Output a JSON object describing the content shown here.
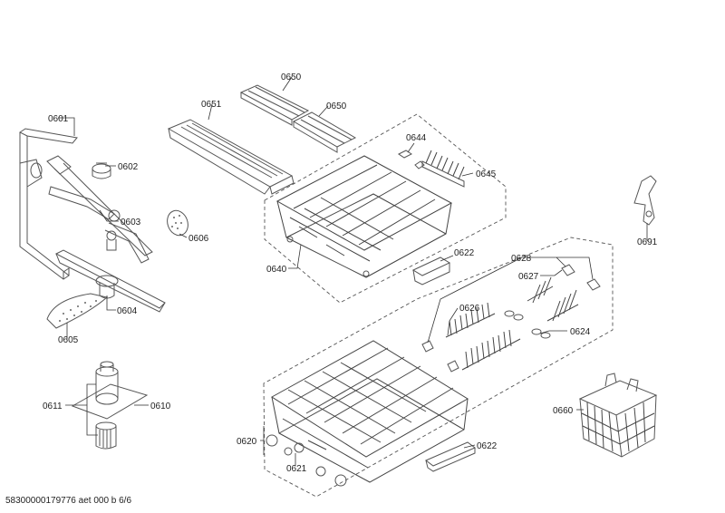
{
  "labels": {
    "p0601": "0601",
    "p0602": "0602",
    "p0603": "0603",
    "p0604": "0604",
    "p0605": "0605",
    "p0606": "0606",
    "p0610": "0610",
    "p0611": "0611",
    "p0620": "0620",
    "p0621": "0621",
    "p0622a": "0622",
    "p0622b": "0622",
    "p0624": "0624",
    "p0626": "0626",
    "p0627": "0627",
    "p0628": "0628",
    "p0640": "0640",
    "p0644": "0644",
    "p0645": "0645",
    "p0650a": "0650",
    "p0650b": "0650",
    "p0651": "0651",
    "p0660": "0660",
    "p0691": "0691"
  },
  "footer": "58300000179776 aet 000 b 6/6"
}
